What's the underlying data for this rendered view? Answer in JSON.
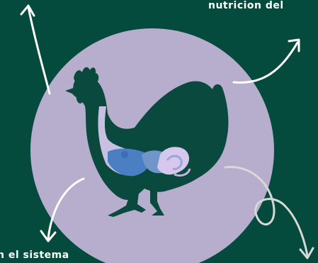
{
  "captions": {
    "top_right": "nutricion del",
    "bottom_left": "n el sistema"
  },
  "colors": {
    "background": "#054b3d",
    "circle": "#b7aece",
    "silhouette": "#0a4a3e",
    "organs_blue": "#4a7fc4",
    "organs_light": "#d6c8ec",
    "arrow": "#ffffff",
    "arrow_grey": "#d8d8d8"
  },
  "icons": [
    "chicken-silhouette",
    "digestive-system-illustration",
    "curved-arrow-icon"
  ]
}
